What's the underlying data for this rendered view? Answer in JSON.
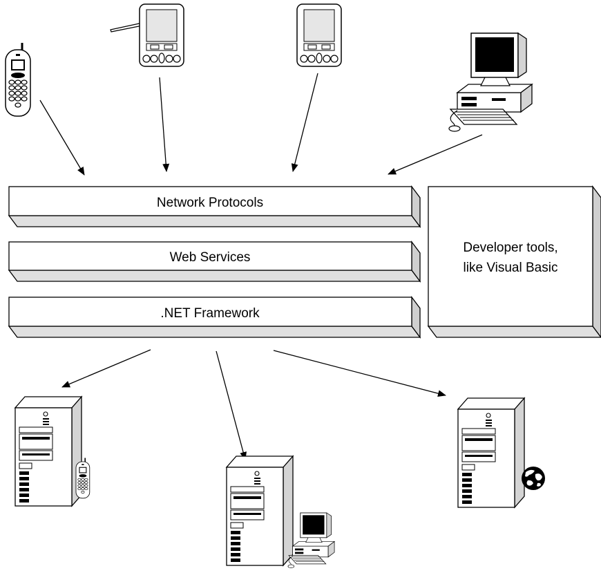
{
  "diagram": {
    "layers": [
      {
        "id": "network",
        "label": "Network Protocols"
      },
      {
        "id": "webservices",
        "label": "Web Services"
      },
      {
        "id": "framework",
        "label": ".NET Framework"
      }
    ],
    "side_box": {
      "line1": "Developer tools,",
      "line2": "like Visual Basic"
    },
    "clients": [
      "cell-phone-icon",
      "pda-with-stylus-icon",
      "pda-icon",
      "desktop-computer-icon"
    ],
    "servers": [
      "server-with-phone-icon",
      "server-with-desktop-icon",
      "server-with-globe-icon"
    ]
  },
  "colors": {
    "line": "#000000",
    "face": "#ffffff",
    "side": "#cfcfcf",
    "bottom": "#e0e0e0"
  }
}
